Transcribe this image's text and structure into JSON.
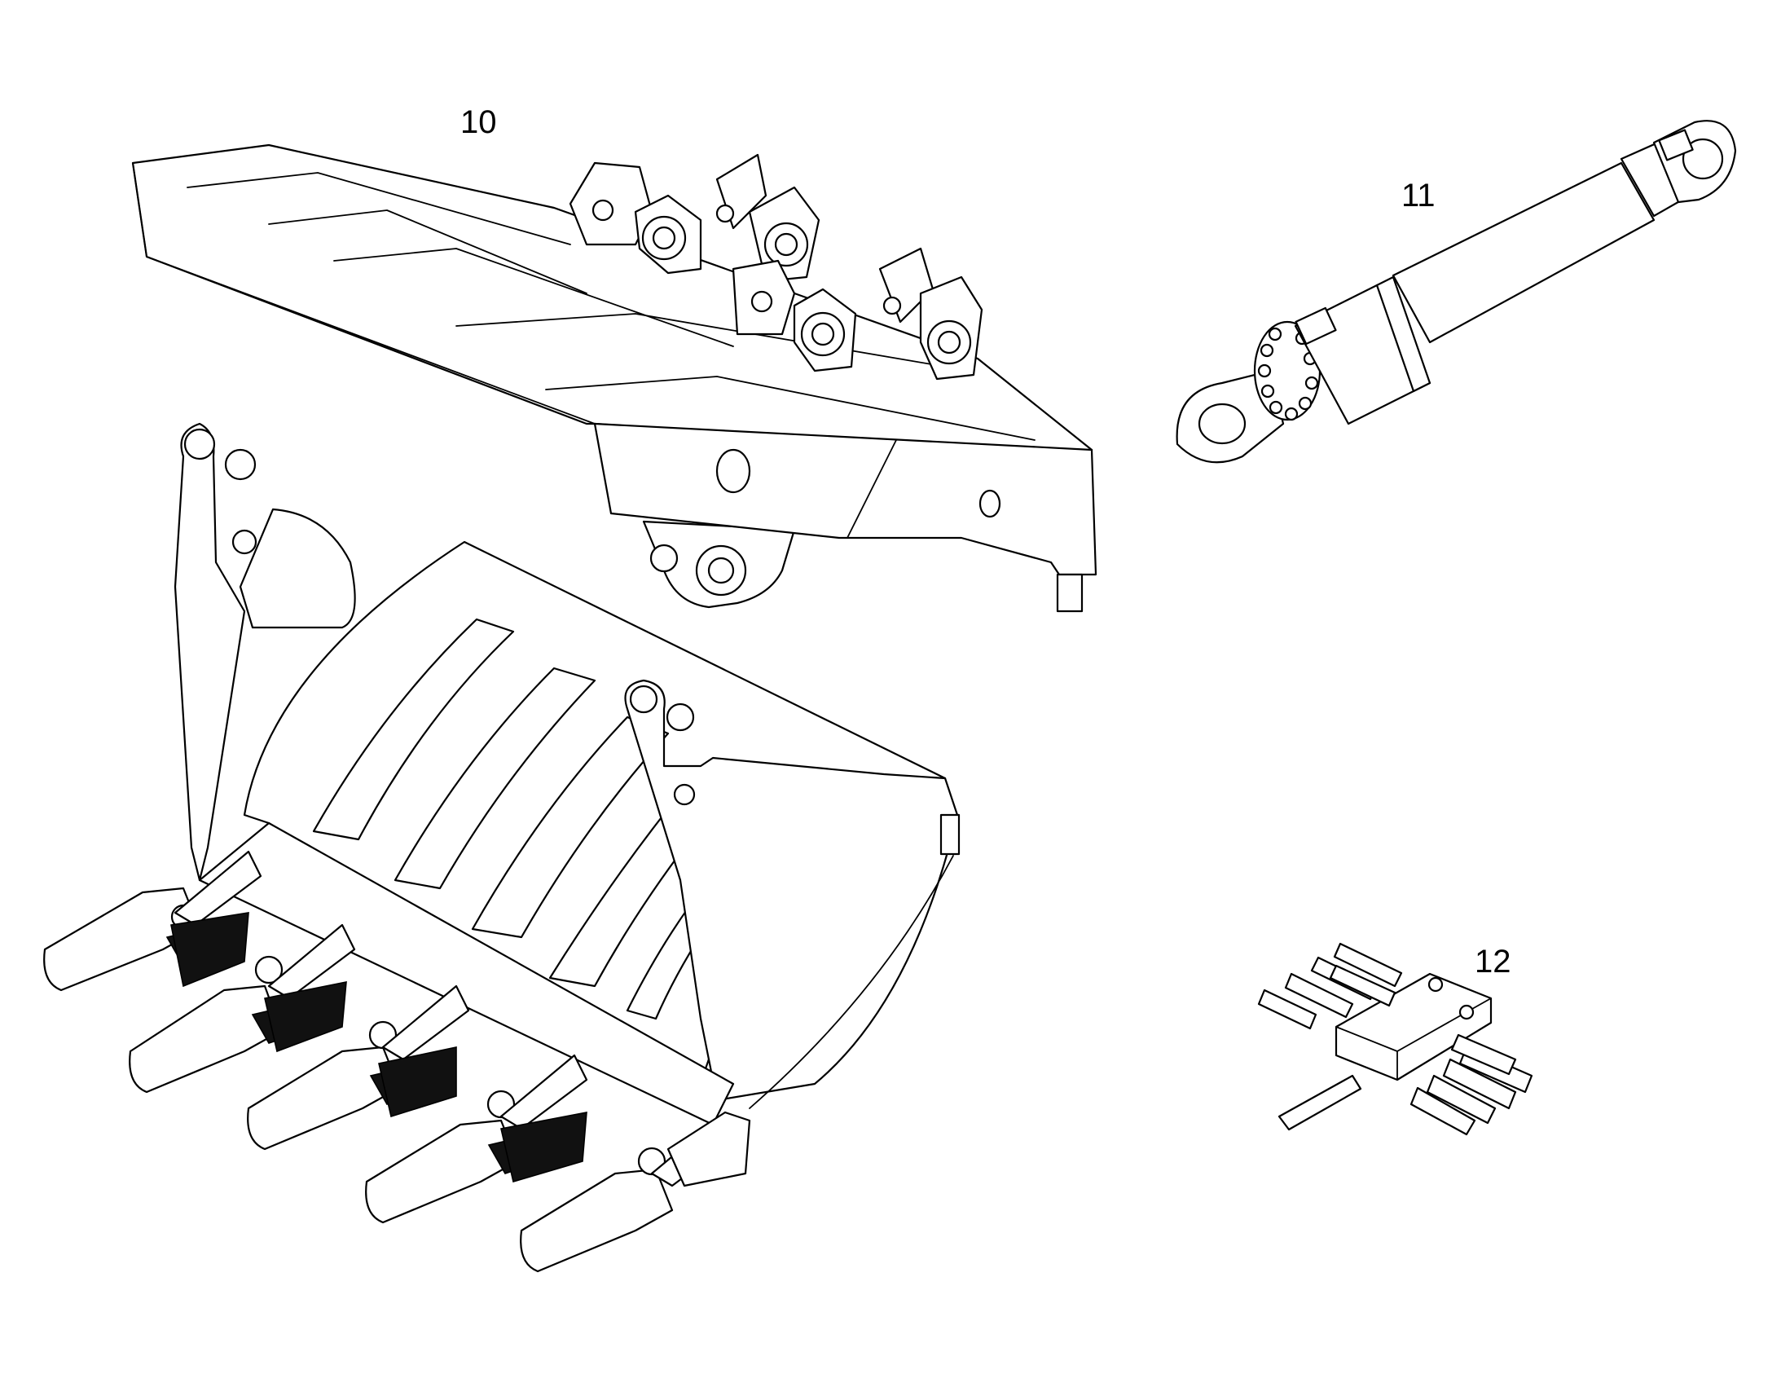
{
  "callouts": {
    "boom_frame": "10",
    "cylinder": "11",
    "valve_block": "12"
  },
  "colors": {
    "line": "#000000",
    "background": "#ffffff"
  }
}
